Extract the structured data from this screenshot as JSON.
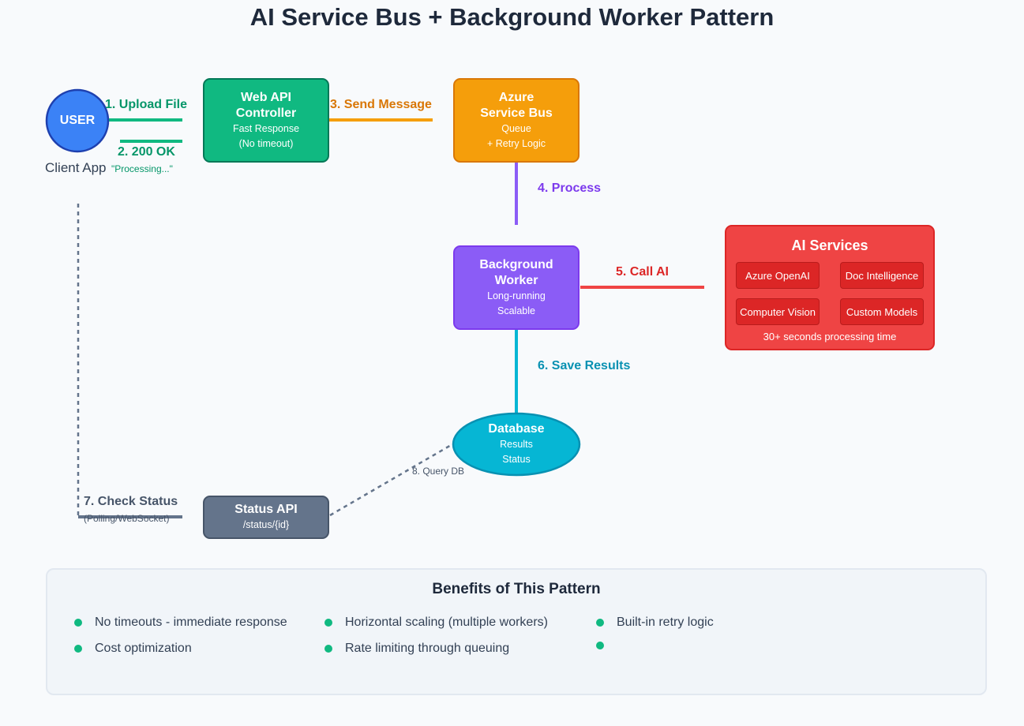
{
  "title": "AI Service Bus + Background Worker Pattern",
  "user": {
    "circle_label": "USER",
    "caption": "Client App"
  },
  "steps": {
    "upload": "1. Upload File",
    "ok": "2. 200 OK",
    "ok_sub": "\"Processing...\"",
    "send": "3. Send Message",
    "process": "4. Process",
    "call_ai": "5. Call AI",
    "save": "6. Save Results",
    "check": "7. Check Status",
    "check_sub": "(Polling/WebSocket)",
    "query": "8. Query DB"
  },
  "web_api": {
    "title": "Web API Controller",
    "line1": "Fast Response",
    "line2": "(No timeout)"
  },
  "service_bus": {
    "title": "Azure Service Bus",
    "line1": "Queue",
    "line2": "+ Retry Logic"
  },
  "worker": {
    "title": "Background Worker",
    "line1": "Long-running",
    "line2": "Scalable"
  },
  "database": {
    "title": "Database",
    "line1": "Results",
    "line2": "Status"
  },
  "status_api": {
    "title": "Status API",
    "line1": "/status/{id}"
  },
  "ai_services": {
    "title": "AI Services",
    "items": [
      "Azure OpenAI",
      "Doc Intelligence",
      "Computer Vision",
      "Custom Models"
    ],
    "note": "30+ seconds processing time"
  },
  "benefits": {
    "title": "Benefits of This Pattern",
    "items": [
      "No timeouts - immediate response",
      "Horizontal scaling (multiple workers)",
      "Built-in retry logic",
      "Cost optimization",
      "Rate limiting through queuing",
      ""
    ]
  },
  "colors": {
    "user": "#3b82f6",
    "web_api": "#10b981",
    "service_bus": "#f59e0b",
    "worker": "#8b5cf6",
    "ai": "#ef4444",
    "database": "#06b6d4",
    "status_api": "#64748b"
  }
}
